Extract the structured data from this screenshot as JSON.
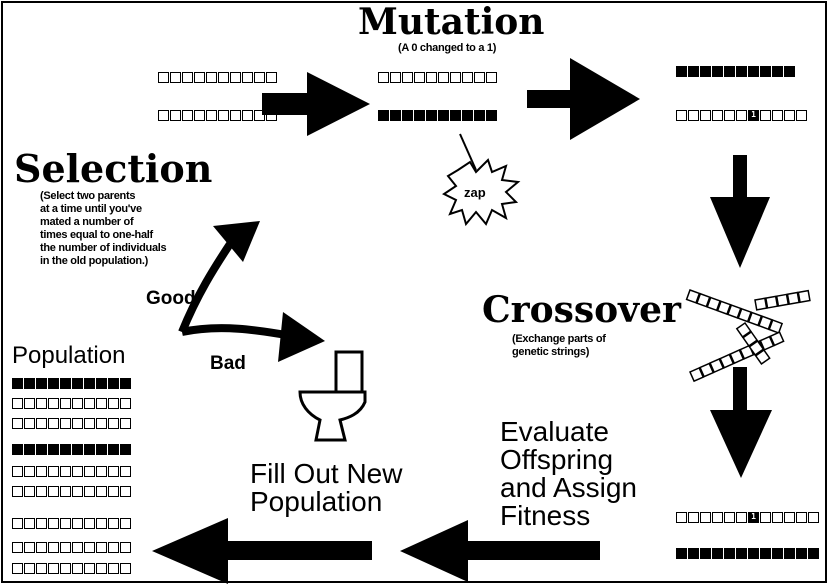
{
  "mutation": {
    "title": "Mutation",
    "subtitle": "(A 0 changed to a 1)",
    "zap": "zap"
  },
  "selection": {
    "title": "Selection",
    "note_lines": [
      "(Select two parents",
      "at a time until you've",
      "mated a number of",
      "times equal to one-half",
      "the number of individuals",
      "in the old population.)"
    ],
    "good": "Good",
    "bad": "Bad"
  },
  "crossover": {
    "title": "Crossover",
    "note_lines": [
      "(Exchange parts of",
      "genetic strings)"
    ]
  },
  "population": {
    "title": "Population"
  },
  "evaluate": {
    "lines": [
      "Evaluate",
      "Offspring",
      "and Assign",
      "Fitness"
    ]
  },
  "fill": {
    "lines": [
      "Fill Out New",
      "Population"
    ]
  },
  "mutation_bit": "1",
  "offspring_bit": "1"
}
